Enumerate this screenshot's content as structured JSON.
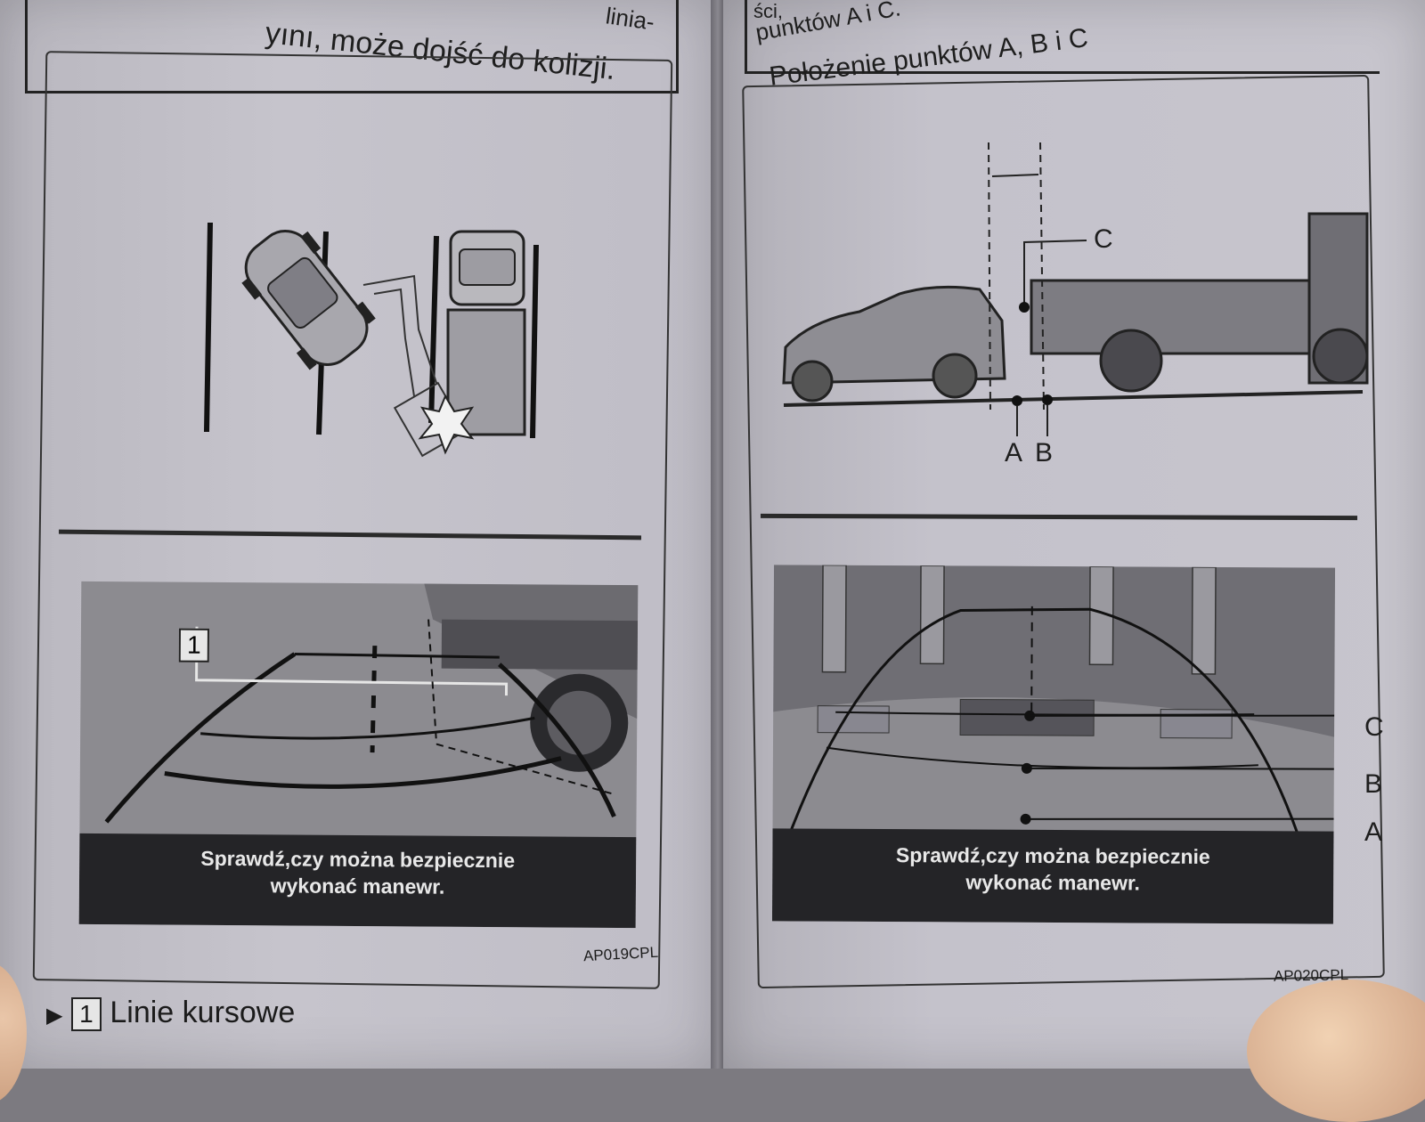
{
  "left_page": {
    "top_text_line1": "yını, może dojść do kolizji.",
    "top_text_partial": "linia-",
    "top_text_line2": "",
    "figure_code": "AP019CPL",
    "camera_banner_line1": "Sprawdź,czy można bezpiecznie",
    "camera_banner_line2": "wykonać manewr.",
    "callout_number": "1",
    "footer_bullet": "▶",
    "footer_number": "1",
    "footer_label": "Linie kursowe"
  },
  "right_page": {
    "top_text_partial": "ści,",
    "top_text_line": "punktów A i C.",
    "figure_title": "Położenie punktów A, B i C",
    "label_A": "A",
    "label_B": "B",
    "label_C": "C",
    "camera_banner_line1": "Sprawdź,czy można bezpiecznie",
    "camera_banner_line2": "wykonać manewr.",
    "figure_code": "AP020CPL"
  }
}
